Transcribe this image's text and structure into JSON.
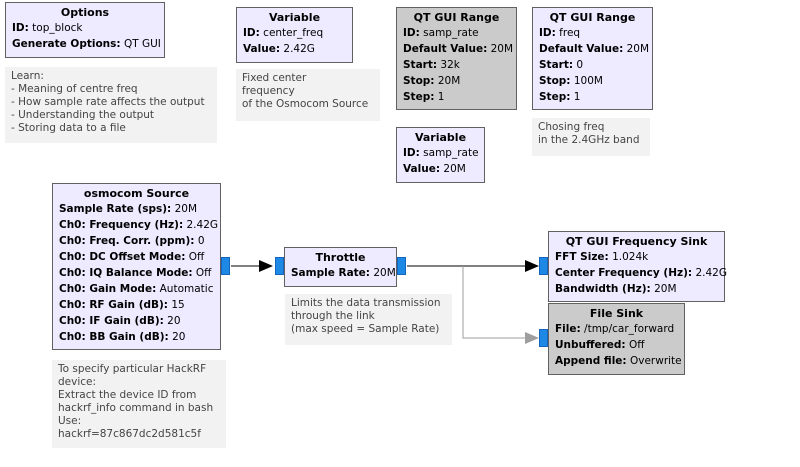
{
  "blocks": {
    "options": {
      "title": "Options",
      "params": [
        {
          "key": "ID:",
          "value": "top_block"
        },
        {
          "key": "Generate Options:",
          "value": "QT GUI"
        }
      ]
    },
    "var_center_freq": {
      "title": "Variable",
      "params": [
        {
          "key": "ID:",
          "value": "center_freq"
        },
        {
          "key": "Value:",
          "value": "2.42G"
        }
      ]
    },
    "range_samp_rate": {
      "title": "QT GUI Range",
      "params": [
        {
          "key": "ID:",
          "value": "samp_rate"
        },
        {
          "key": "Default Value:",
          "value": "20M"
        },
        {
          "key": "Start:",
          "value": "32k"
        },
        {
          "key": "Stop:",
          "value": "20M"
        },
        {
          "key": "Step:",
          "value": "1"
        }
      ]
    },
    "range_freq": {
      "title": "QT GUI Range",
      "params": [
        {
          "key": "ID:",
          "value": "freq"
        },
        {
          "key": "Default Value:",
          "value": "20M"
        },
        {
          "key": "Start:",
          "value": "0"
        },
        {
          "key": "Stop:",
          "value": "100M"
        },
        {
          "key": "Step:",
          "value": "1"
        }
      ]
    },
    "var_samp_rate": {
      "title": "Variable",
      "params": [
        {
          "key": "ID:",
          "value": "samp_rate"
        },
        {
          "key": "Value:",
          "value": "20M"
        }
      ]
    },
    "osmocom_source": {
      "title": "osmocom Source",
      "params": [
        {
          "key": "Sample Rate (sps):",
          "value": "20M"
        },
        {
          "key": "Ch0: Frequency (Hz):",
          "value": "2.42G"
        },
        {
          "key": "Ch0: Freq. Corr. (ppm):",
          "value": "0"
        },
        {
          "key": "Ch0: DC Offset Mode:",
          "value": "Off"
        },
        {
          "key": "Ch0: IQ Balance Mode:",
          "value": "Off"
        },
        {
          "key": "Ch0: Gain Mode:",
          "value": "Automatic"
        },
        {
          "key": "Ch0: RF Gain (dB):",
          "value": "15"
        },
        {
          "key": "Ch0: IF Gain (dB):",
          "value": "20"
        },
        {
          "key": "Ch0: BB Gain (dB):",
          "value": "20"
        }
      ]
    },
    "throttle": {
      "title": "Throttle",
      "params": [
        {
          "key": "Sample Rate:",
          "value": "20M"
        }
      ]
    },
    "freq_sink": {
      "title": "QT GUI Frequency Sink",
      "params": [
        {
          "key": "FFT Size:",
          "value": "1.024k"
        },
        {
          "key": "Center Frequency (Hz):",
          "value": "2.42G"
        },
        {
          "key": "Bandwidth (Hz):",
          "value": "20M"
        }
      ]
    },
    "file_sink": {
      "title": "File Sink",
      "params": [
        {
          "key": "File:",
          "value": "/tmp/car_forward"
        },
        {
          "key": "Unbuffered:",
          "value": "Off"
        },
        {
          "key": "Append file:",
          "value": "Overwrite"
        }
      ]
    }
  },
  "comments": {
    "learn": "Learn:\n- Meaning of centre freq\n- How sample rate affects the output\n- Understanding the output\n- Storing data to a file",
    "center_freq": "Fixed center\nfrequency\nof the Osmocom Source",
    "freq_band": "Chosing freq\nin the 2.4GHz band",
    "throttle": "Limits the data transmission\nthrough the link\n(max speed = Sample Rate)",
    "hackrf": "To specify particular HackRF\ndevice:\nExtract the device ID from\nhackrf_info command in bash\nUse:\nhackrf=87c867dc2d581c5f"
  },
  "colors": {
    "block_enabled": "#eeeaff",
    "block_disabled": "#cbcbcb",
    "port": "#1e88e5",
    "wire": "#000000",
    "wire_disabled": "#9e9e9e"
  }
}
